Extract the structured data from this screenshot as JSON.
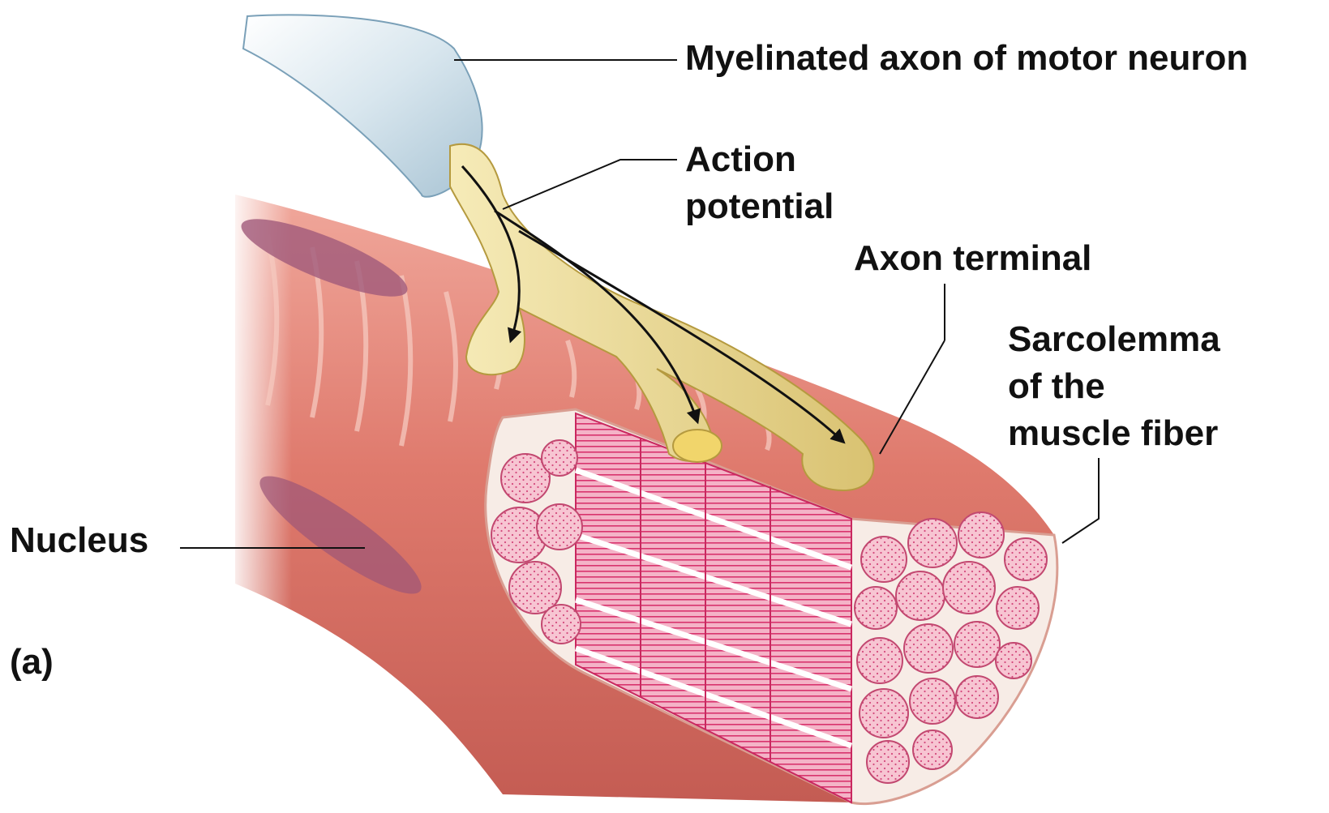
{
  "labels": {
    "myelinated_axon": "Myelinated axon of motor neuron",
    "action_potential": [
      "Action",
      "potential"
    ],
    "axon_terminal": "Axon terminal",
    "sarcolemma": [
      "Sarcolemma",
      "of the",
      "muscle fiber"
    ],
    "nucleus": "Nucleus",
    "panel": "(a)"
  },
  "colors": {
    "muscle": "#e07f72",
    "muscle_dark": "#b8534b",
    "axon": "#ecd98e",
    "myelin": "#c9dbe6",
    "nucleus": "#a05a7a",
    "myofibril": "#f1a9bf",
    "myofibril_lines": "#d6306a"
  }
}
